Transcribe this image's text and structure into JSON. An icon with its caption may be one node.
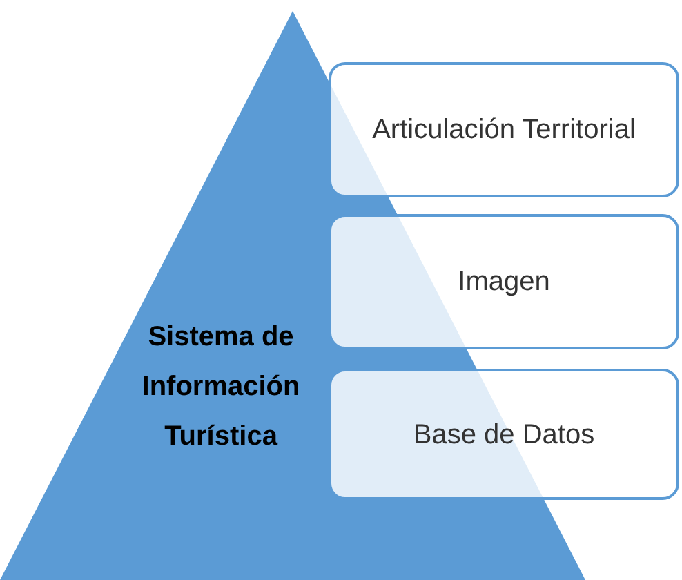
{
  "diagram": {
    "nodes": [
      {
        "text": [
          "Sistema de Información Turística"
        ]
      },
      {
        "text": [
          "Articulación Territorial"
        ]
      },
      {
        "text": [
          "Imagen"
        ]
      },
      {
        "text": [
          "Base de Datos"
        ]
      }
    ]
  }
}
